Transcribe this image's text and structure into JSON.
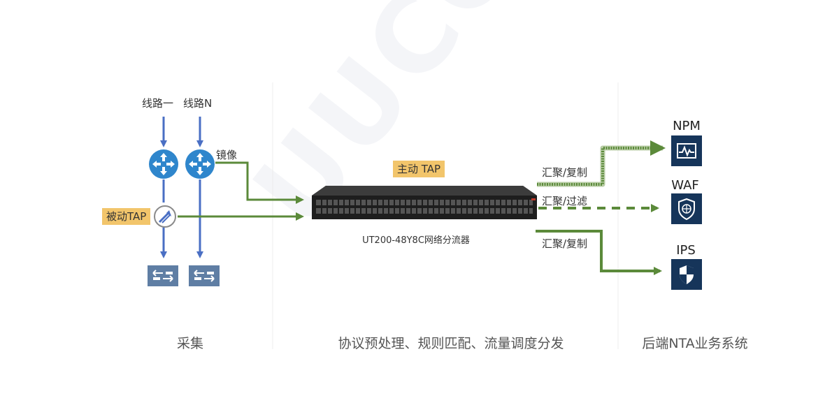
{
  "watermark": "UUCODE",
  "collection": {
    "line_1": "线路一",
    "line_n": "线路N",
    "mirror": "镜像",
    "passive_tap": "被动TAP",
    "section_label": "采集"
  },
  "device": {
    "active_tap": "主动 TAP",
    "model_label": "UT200-48Y8C网络分流器",
    "section_label": "协议预处理、规则匹配、流量调度分发"
  },
  "outputs": [
    {
      "label": "汇聚/复制"
    },
    {
      "label": "汇聚/过滤"
    },
    {
      "label": "汇聚/复制"
    }
  ],
  "systems": [
    {
      "name": "NPM",
      "icon": "monitor-chart-icon"
    },
    {
      "name": "WAF",
      "icon": "globe-shield-icon"
    },
    {
      "name": "IPS",
      "icon": "shield-icon"
    }
  ],
  "backend": {
    "section_label": "后端NTA业务系统"
  },
  "colors": {
    "blue_line": "#4a6fc4",
    "green_line": "#5b8a3a",
    "tap_tag": "#f2c56b",
    "system_icon": "#16355a",
    "switch": "#5f7ea4",
    "router": "#2f86cc"
  }
}
